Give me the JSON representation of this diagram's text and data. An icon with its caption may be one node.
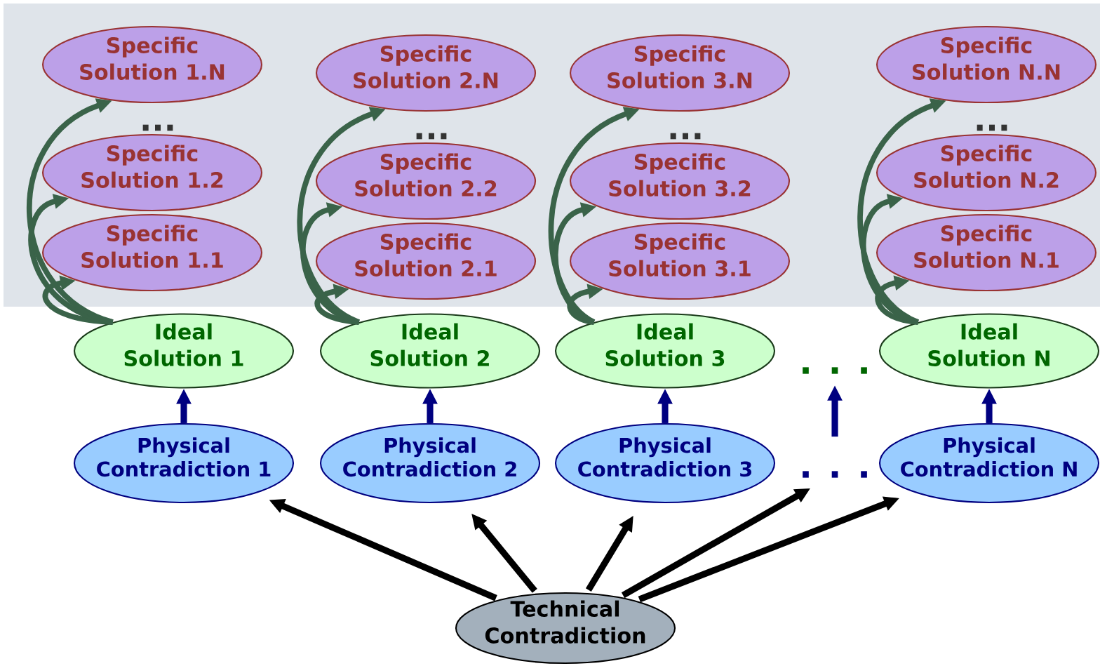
{
  "diagram": {
    "nodes": [
      {
        "text": [
          "Specific Solution 1.N"
        ]
      },
      {
        "text": [
          "Specific Solution 1.2"
        ]
      },
      {
        "text": [
          "Specific Solution 1.1"
        ]
      },
      {
        "text": [
          "Ideal Solution 1"
        ]
      },
      {
        "text": [
          "Physical Contradiction 1"
        ]
      },
      {
        "text": [
          "Specific Solution 2.N"
        ]
      },
      {
        "text": [
          "Specific Solution 2.2"
        ]
      },
      {
        "text": [
          "Specific Solution 2.1"
        ]
      },
      {
        "text": [
          "Ideal Solution 2"
        ]
      },
      {
        "text": [
          "Physical Contradiction 2"
        ]
      },
      {
        "text": [
          "Specific Solution 3.N"
        ]
      },
      {
        "text": [
          "Specific Solution 3.2"
        ]
      },
      {
        "text": [
          "Specific Solution 3.1"
        ]
      },
      {
        "text": [
          "Ideal Solution 3"
        ]
      },
      {
        "text": [
          "Physical Contradiction 3"
        ]
      },
      {
        "text": [
          "Specific Solution N.N"
        ]
      },
      {
        "text": [
          "Specific Solution N.2"
        ]
      },
      {
        "text": [
          "Specific Solution N.1"
        ]
      },
      {
        "text": [
          "Ideal Solution N"
        ]
      },
      {
        "text": [
          "Physical Contradiction N"
        ]
      },
      {
        "text": [
          ". . ."
        ]
      },
      {
        "text": [
          ". . ."
        ]
      },
      {
        "text": [
          "Technical Contradiction"
        ]
      }
    ],
    "edges": [
      {
        "from": 4,
        "to": 3,
        "arrow": "to",
        "color": "#000080"
      },
      {
        "from": 3,
        "to": 2,
        "arrow": "to"
      },
      {
        "from": 3,
        "to": 1,
        "arrow": "to"
      },
      {
        "from": 3,
        "to": 0,
        "arrow": "to"
      },
      {
        "from": 9,
        "to": 8,
        "arrow": "to",
        "color": "#000080"
      },
      {
        "from": 8,
        "to": 7,
        "arrow": "to"
      },
      {
        "from": 8,
        "to": 6,
        "arrow": "to"
      },
      {
        "from": 8,
        "to": 5,
        "arrow": "to"
      },
      {
        "from": 14,
        "to": 13,
        "arrow": "to",
        "color": "#000080"
      },
      {
        "from": 13,
        "to": 12,
        "arrow": "to"
      },
      {
        "from": 13,
        "to": 11,
        "arrow": "to"
      },
      {
        "from": 13,
        "to": 10,
        "arrow": "to"
      },
      {
        "from": 19,
        "to": 18,
        "arrow": "to",
        "color": "#000080"
      },
      {
        "from": 18,
        "to": 17,
        "arrow": "to"
      },
      {
        "from": 18,
        "to": 16,
        "arrow": "to"
      },
      {
        "from": 18,
        "to": 15,
        "arrow": "to"
      },
      {
        "from": 21,
        "to": 20,
        "arrow": "to",
        "color": "#000080"
      },
      {
        "from": 22,
        "to": 4,
        "arrow": "to",
        "color": "#000000"
      },
      {
        "from": 22,
        "to": 9,
        "arrow": "to",
        "color": "#000000"
      },
      {
        "from": 22,
        "to": 14,
        "arrow": "to",
        "color": "#000000"
      },
      {
        "from": 22,
        "to": 21,
        "arrow": "to",
        "color": "#000000"
      },
      {
        "from": 22,
        "to": 19,
        "arrow": "to",
        "color": "#000000"
      }
    ],
    "labels": [
      "...",
      "...",
      "...",
      "..."
    ]
  }
}
